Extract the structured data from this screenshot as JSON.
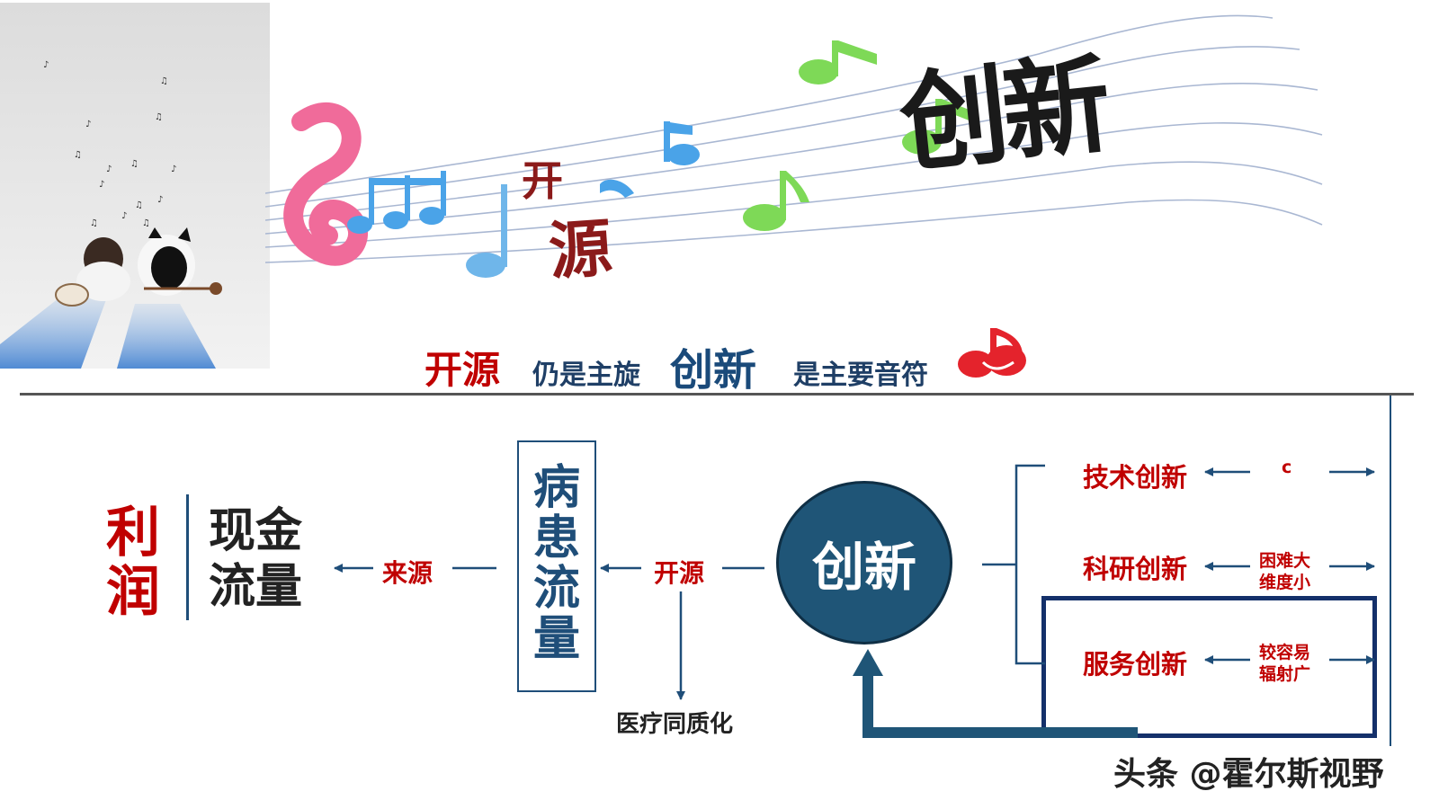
{
  "banner": {
    "kaiyuan_chars": [
      "开",
      "源"
    ],
    "chuangxin_text": "创新"
  },
  "headline": {
    "part1": "开源",
    "part2": "仍是主旋",
    "part3": "创新",
    "part4": "是主要音符"
  },
  "left": {
    "profit_chars": [
      "利",
      "润"
    ],
    "cash_chars": [
      "现金",
      "流量"
    ],
    "source_label": "来源"
  },
  "middle": {
    "patient_chars": [
      "病",
      "患",
      "流",
      "量"
    ],
    "kaiyuan_label": "开源",
    "homogenization": "医疗同质化"
  },
  "center": {
    "innovation": "创新"
  },
  "right": {
    "items": [
      {
        "label": "技术创新",
        "note": [
          "c"
        ]
      },
      {
        "label": "科研创新",
        "note": [
          "困难大",
          "维度小"
        ]
      },
      {
        "label": "服务创新",
        "note": [
          "较容易",
          "辐射广"
        ]
      }
    ]
  },
  "watermark": "头条 @霍尔斯视野",
  "colors": {
    "accent_red": "#c00000",
    "navy": "#1f4e79",
    "circle_fill": "#1f5577",
    "note_pink": "#f06b9a",
    "note_blue": "#4aa3e8",
    "note_green": "#7ed957"
  }
}
